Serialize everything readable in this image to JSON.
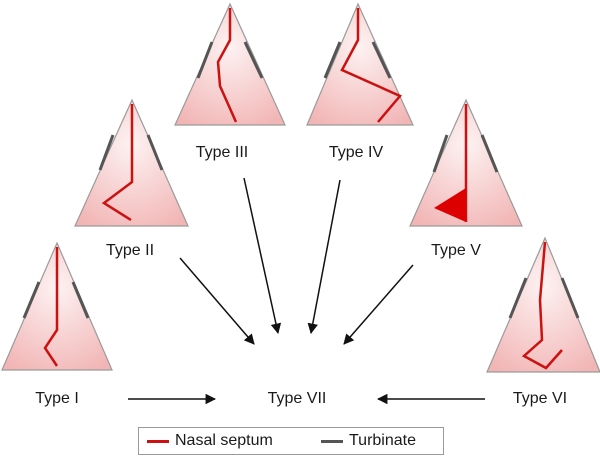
{
  "types": [
    {
      "id": "type-1",
      "label": "Type I"
    },
    {
      "id": "type-2",
      "label": "Type II"
    },
    {
      "id": "type-3",
      "label": "Type III"
    },
    {
      "id": "type-4",
      "label": "Type IV"
    },
    {
      "id": "type-5",
      "label": "Type V"
    },
    {
      "id": "type-6",
      "label": "Type VI"
    },
    {
      "id": "type-7",
      "label": "Type VII"
    }
  ],
  "legend": {
    "septum_label": "Nasal septum",
    "turbinate_label": "Turbinate"
  },
  "colors": {
    "septum": "#cc1111",
    "turbinate": "#555555",
    "fill_light": "#fdf0f0",
    "fill_dark": "#f2b8b8",
    "outline": "#9a9a9a",
    "arrow": "#111111"
  }
}
